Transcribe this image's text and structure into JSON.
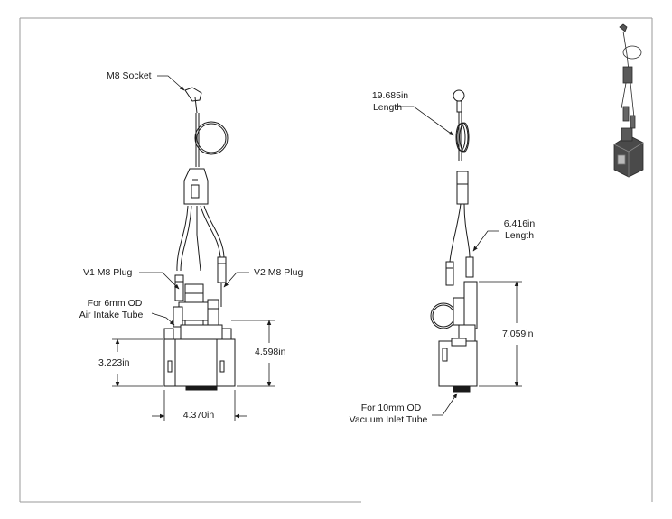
{
  "drawing": {
    "front_view": {
      "callouts": {
        "m8_socket": "M8 Socket",
        "v1_plug": "V1 M8 Plug",
        "v2_plug": "V2 M8 Plug",
        "air_intake_line1": "For 6mm OD",
        "air_intake_line2": "Air Intake Tube"
      },
      "dimensions": {
        "width": "4.370in",
        "height_left": "3.223in",
        "height_right": "4.598in"
      }
    },
    "side_view": {
      "callouts": {
        "cable1_line1": "19.685in",
        "cable1_line2": "Length",
        "cable2_line1": "6.416in",
        "cable2_line2": "Length",
        "vacuum_line1": "For 10mm OD",
        "vacuum_line2": "Vacuum Inlet Tube"
      },
      "dimensions": {
        "total_height": "7.059in"
      }
    },
    "colors": {
      "line": "#1a1a1a",
      "border": "#9a9a9a",
      "iso_body": "#4a4a4a"
    }
  }
}
